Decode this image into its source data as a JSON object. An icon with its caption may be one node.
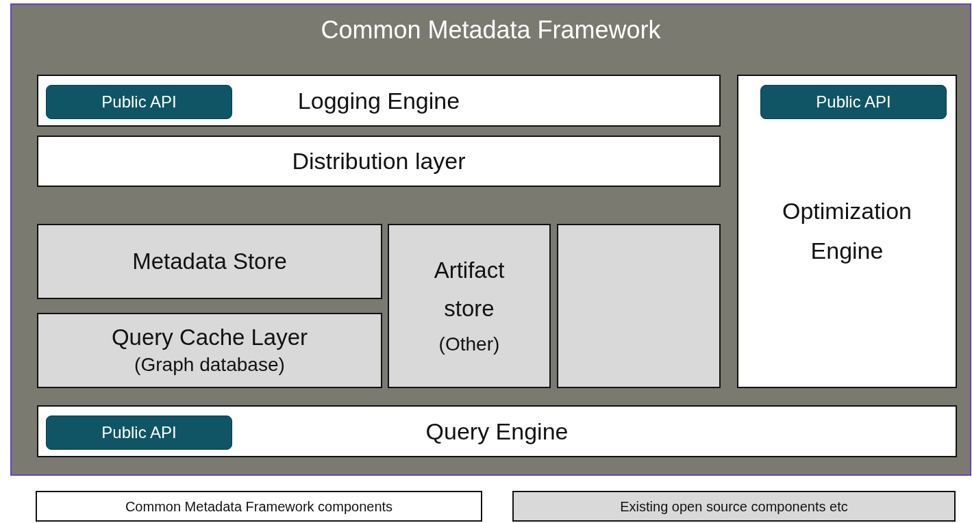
{
  "diagram": {
    "nodes": [
      {
        "text": [
          "Common Metadata Framework"
        ]
      },
      {
        "text": [
          "Logging Engine"
        ],
        "in": 0
      },
      {
        "text": [
          "Public API"
        ],
        "in": 1
      },
      {
        "text": [
          "Optimization Engine"
        ],
        "in": 0
      },
      {
        "text": [
          "Public API"
        ],
        "in": 3
      },
      {
        "text": [
          "Distribution layer"
        ],
        "in": 0
      },
      {
        "text": [
          "Metadata Store"
        ],
        "in": 0
      },
      {
        "text": [
          "Query Cache Layer",
          "(Graph database)"
        ],
        "in": 0
      },
      {
        "text": [
          "Artifact store",
          "(Other)"
        ],
        "in": 0
      },
      {
        "text": [],
        "shape": "box",
        "in": 0
      },
      {
        "text": [
          "Query Engine"
        ],
        "in": 0
      },
      {
        "text": [
          "Public API"
        ],
        "in": 10
      }
    ],
    "edges": [],
    "legend": [
      {
        "text": "Common Metadata Framework components",
        "color": "#ffffff"
      },
      {
        "text": "Existing open source components etc",
        "color": "#d9d9d9"
      }
    ]
  }
}
